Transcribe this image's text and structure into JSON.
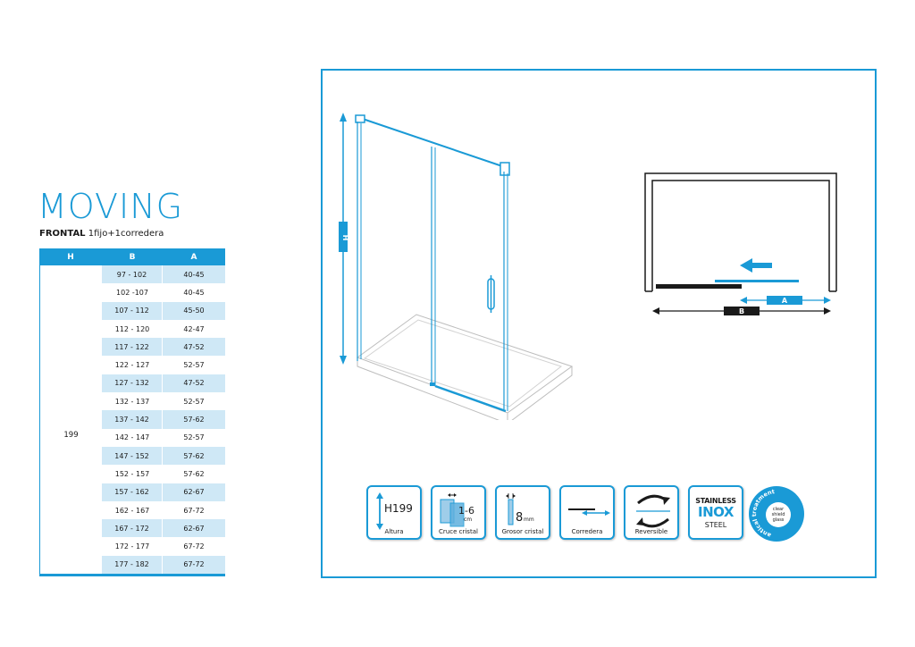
{
  "product": {
    "title": "MOVING",
    "subtitle_bold": "FRONTAL",
    "subtitle_rest": "1fijo+1corredera"
  },
  "table": {
    "headers": [
      "H",
      "B",
      "A"
    ],
    "h_value": "199",
    "rows": [
      {
        "b": "97 - 102",
        "a": "40-45"
      },
      {
        "b": "102 -107",
        "a": "40-45"
      },
      {
        "b": "107 - 112",
        "a": "45-50"
      },
      {
        "b": "112 - 120",
        "a": "42-47"
      },
      {
        "b": "117 - 122",
        "a": "47-52"
      },
      {
        "b": "122 - 127",
        "a": "52-57"
      },
      {
        "b": "127 - 132",
        "a": "47-52"
      },
      {
        "b": "132 - 137",
        "a": "52-57"
      },
      {
        "b": "137 - 142",
        "a": "57-62"
      },
      {
        "b": "142 - 147",
        "a": "52-57"
      },
      {
        "b": "147 - 152",
        "a": "57-62"
      },
      {
        "b": "152 - 157",
        "a": "57-62"
      },
      {
        "b": "157 - 162",
        "a": "62-67"
      },
      {
        "b": "162 - 167",
        "a": "67-72"
      },
      {
        "b": "167 - 172",
        "a": "62-67"
      },
      {
        "b": "172 - 177",
        "a": "67-72"
      },
      {
        "b": "177 - 182",
        "a": "67-72"
      }
    ]
  },
  "drawing": {
    "h_label": "H",
    "a_label": "A",
    "b_label": "B"
  },
  "features": {
    "altura": {
      "value": "H199",
      "label": "Altura"
    },
    "cruce": {
      "value": "1-6",
      "unit": "cm",
      "label": "Cruce cristal"
    },
    "grosor": {
      "value": "8",
      "unit": "mm",
      "label": "Grosor cristal"
    },
    "corredera": {
      "label": "Corredera"
    },
    "reversible": {
      "label": "Reversible"
    },
    "inox": {
      "line1": "STAINLESS",
      "line2": "INOX",
      "line3": "STEEL"
    },
    "glass": {
      "ring": "antical treatment",
      "center1": "clear",
      "center2": "shield",
      "center3": "glass"
    }
  },
  "colors": {
    "accent": "#1a9ad6",
    "row_shade": "#cfe8f6",
    "dark": "#1a1a1a"
  }
}
